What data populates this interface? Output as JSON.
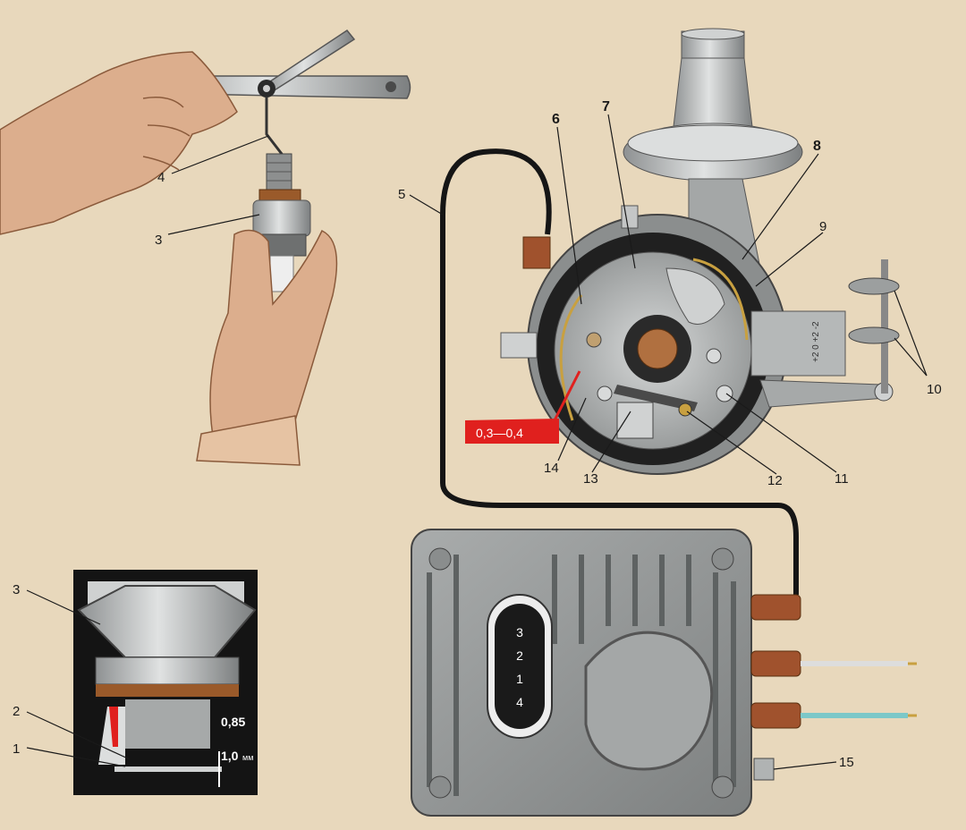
{
  "colors": {
    "background": "#e8d8bc",
    "metal": "#b9bcbd",
    "dark": "#1e1e1e",
    "copper": "#a0522d",
    "skin": "#d9a27e",
    "red_callout": "#e0201e"
  },
  "callouts": {
    "l1": "1",
    "l2": "2",
    "l3": "3",
    "l3b": "3",
    "l4": "4",
    "l5": "5",
    "l6": "6",
    "l7": "7",
    "l8": "8",
    "l9": "9",
    "l10": "10",
    "l11": "11",
    "l12": "12",
    "l13": "13",
    "l14": "14",
    "l15": "15"
  },
  "gap_measure": "0,3—0,4",
  "inset": {
    "gap_value_1": "0,85",
    "gap_value_2": "1,0",
    "gap_unit": "мм"
  },
  "commutator_marks": [
    "3",
    "2",
    "1",
    "4"
  ],
  "scale_marks": "+2  0  +2  -2"
}
